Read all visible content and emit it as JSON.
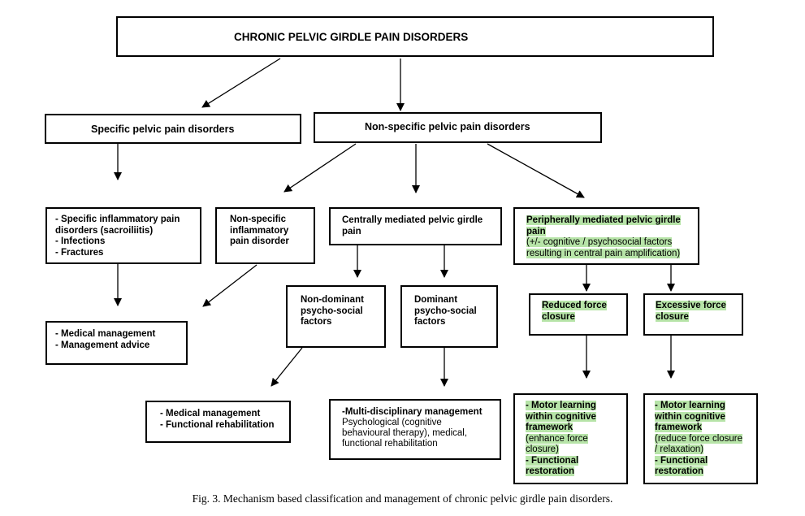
{
  "title": "CHRONIC PELVIC GIRDLE PAIN DISORDERS",
  "specific": "Specific pelvic pain disorders",
  "nonspecific": "Non-specific pelvic pain disorders",
  "specific_list": [
    "- Specific inflammatory pain",
    "disorders (sacroiliitis)",
    "- Infections",
    "- Fractures"
  ],
  "nonspec_inflam": [
    "Non-specific",
    "inflammatory",
    "pain disorder"
  ],
  "central": [
    "Centrally mediated pelvic girdle",
    "pain"
  ],
  "peripheral": {
    "heading": [
      "Peripherally mediated pelvic girdle",
      "pain"
    ],
    "note": [
      "(+/- cognitive / psychosocial factors",
      "resulting in central pain amplification)"
    ]
  },
  "medical_mgmt_1": [
    "- Medical management",
    "- Management advice"
  ],
  "non_dominant": [
    "Non-dominant",
    "psycho-social",
    "factors"
  ],
  "dominant": [
    "Dominant",
    "psycho-social",
    "factors"
  ],
  "reduced": [
    "Reduced force",
    "closure"
  ],
  "excessive": [
    "Excessive force",
    "closure"
  ],
  "medical_mgmt_2": [
    "- Medical management",
    "- Functional rehabilitation"
  ],
  "multi": {
    "heading": "-Multi-disciplinary management",
    "body": [
      "Psychological (cognitive",
      "behavioural therapy), medical,",
      "functional rehabilitation"
    ]
  },
  "motor_reduced": {
    "heading": [
      "- Motor learning",
      "within cognitive",
      "framework"
    ],
    "note": [
      "(enhance force",
      "closure)"
    ],
    "tail": [
      "- Functional",
      "restoration"
    ]
  },
  "motor_excessive": {
    "heading": [
      "- Motor learning",
      "within cognitive",
      "framework"
    ],
    "note": [
      "(reduce force closure",
      "/ relaxation)"
    ],
    "tail": [
      "- Functional",
      "restoration"
    ]
  },
  "caption": "Fig. 3. Mechanism based classification and management of chronic pelvic girdle pain disorders."
}
